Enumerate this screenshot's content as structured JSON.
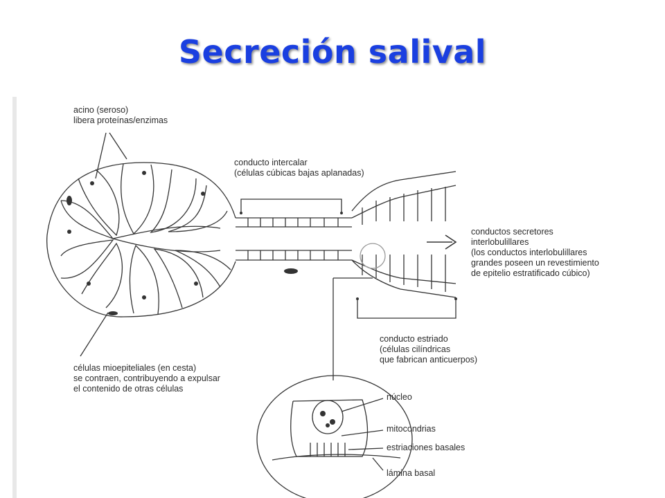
{
  "title": "Secreción salival",
  "labels": {
    "acino": [
      "acino (seroso)",
      "libera proteínas/enzimas"
    ],
    "intercalar": [
      "conducto intercalar",
      "(células cúbicas bajas aplanadas)"
    ],
    "interlobulillares": [
      "conductos secretores",
      "interlobulillares",
      "(los conductos interlobulillares",
      "grandes poseen un revestimiento",
      "de epitelio estratificado cúbico)"
    ],
    "estriado": [
      "conducto estriado",
      "(células cilíndricas",
      "que fabrican anticuerpos)"
    ],
    "mioepiteliales": [
      "células mioepiteliales (en cesta)",
      "se contraen, contribuyendo a expulsar",
      "el contenido de otras células"
    ],
    "nucleo": "núcleo",
    "mitocondrias": "mitocondrias",
    "estriaciones": "estriaciones basales",
    "lamina": "lámina basal"
  },
  "colors": {
    "title": "#1a3fe0",
    "ink": "#2a2a2a"
  }
}
